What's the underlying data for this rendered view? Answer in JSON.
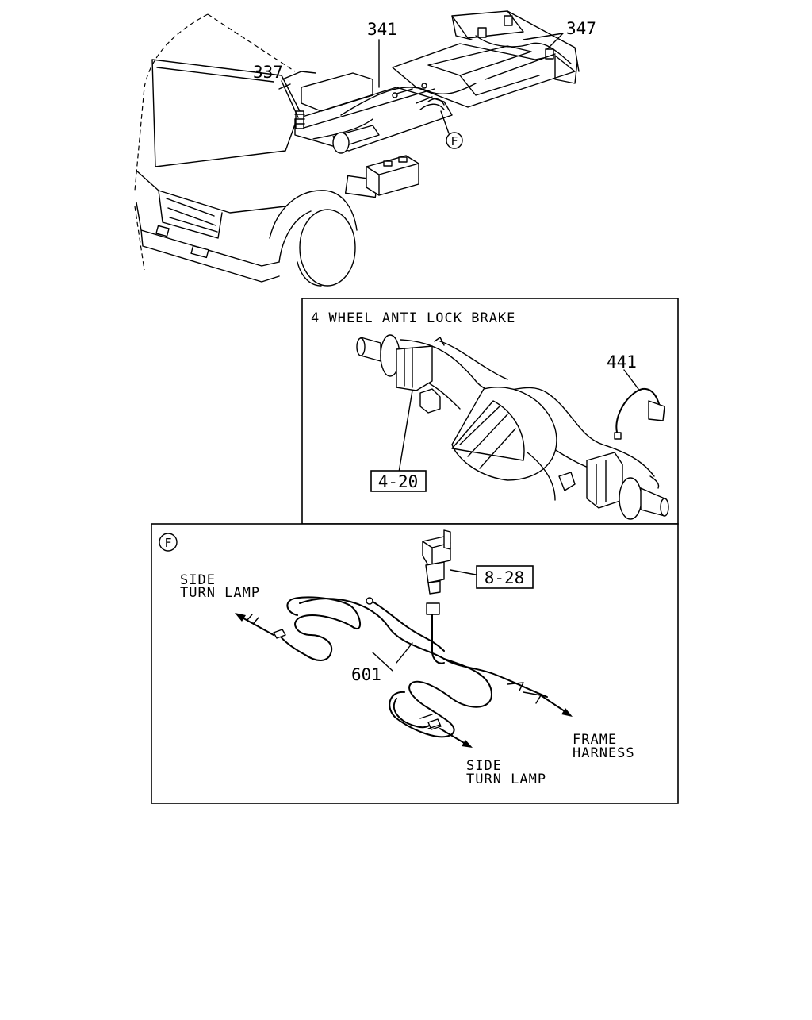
{
  "callouts": {
    "c337": "337",
    "c341": "341",
    "c347": "347",
    "c441": "441",
    "c601": "601"
  },
  "boxed_refs": {
    "r420": "4-20",
    "r828": "8-28"
  },
  "detail_marker": "F",
  "abs_panel": {
    "title": "4 WHEEL ANTI LOCK BRAKE"
  },
  "detail_panel": {
    "marker": "F",
    "side_turn_lamp_left_line1": "SIDE",
    "side_turn_lamp_left_line2": "TURN LAMP",
    "side_turn_lamp_bottom_line1": "SIDE",
    "side_turn_lamp_bottom_line2": "TURN LAMP",
    "frame_harness_line1": "FRAME",
    "frame_harness_line2": "HARNESS"
  }
}
